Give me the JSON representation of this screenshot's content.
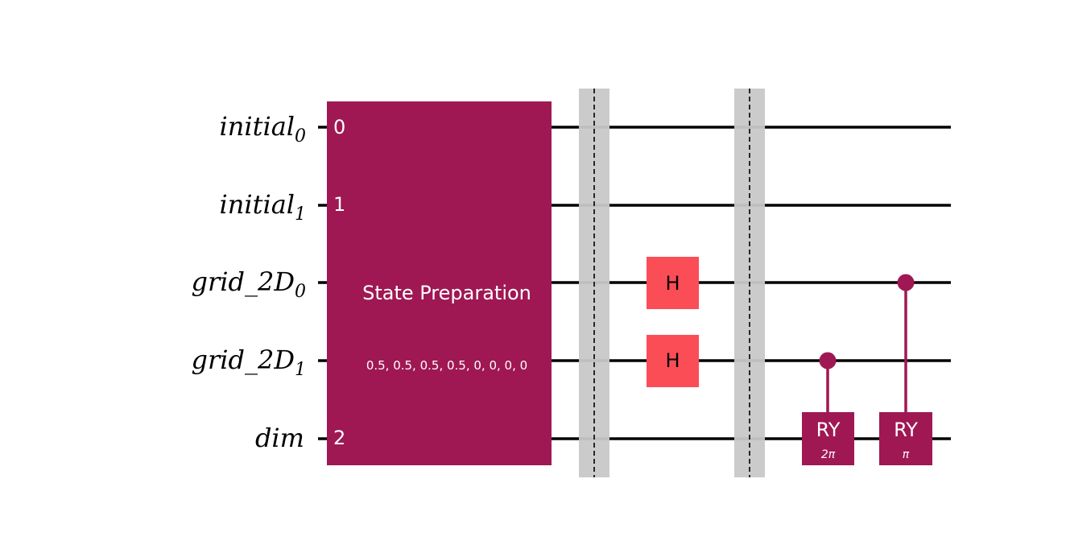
{
  "wires": [
    {
      "name": "initial",
      "sub": "0"
    },
    {
      "name": "initial",
      "sub": "1"
    },
    {
      "name": "grid_2D",
      "sub": "0"
    },
    {
      "name": "grid_2D",
      "sub": "1"
    },
    {
      "name": "dim",
      "sub": ""
    }
  ],
  "state_prep": {
    "label": "State Preparation",
    "params": "0.5, 0.5, 0.5, 0.5, 0, 0, 0, 0",
    "ports": [
      "0",
      "1",
      "2"
    ]
  },
  "hadamard": {
    "label": "H"
  },
  "ry_gates": [
    {
      "label": "RY",
      "param": "2π"
    },
    {
      "label": "RY",
      "param": "π"
    }
  ],
  "colors": {
    "state_prep": "#9f1853",
    "hadamard": "#fa4d56",
    "ry": "#9f1853",
    "barrier": "#c8c8c8",
    "wire": "#000000"
  }
}
